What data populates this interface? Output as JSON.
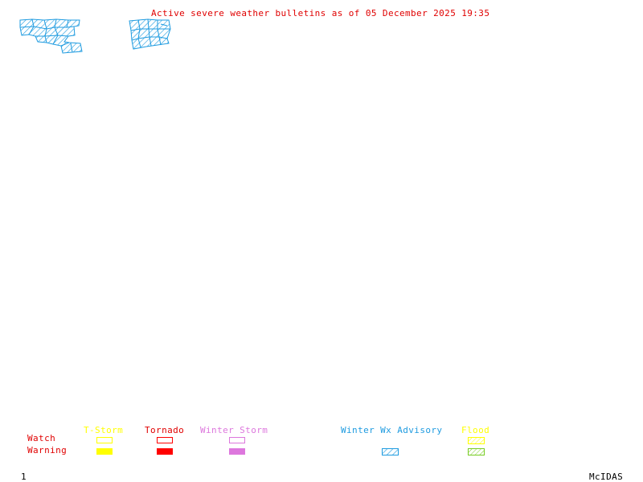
{
  "title": "Active severe weather bulletins as of 05 December 2025 19:35",
  "legend": {
    "row_labels": {
      "watch": "Watch",
      "warning": "Warning"
    },
    "row_label_color": "#e00000",
    "categories": [
      {
        "name": "T-Storm",
        "color": "#ffff00",
        "watch": "outline",
        "warning": "filled"
      },
      {
        "name": "Tornado",
        "color": "#ff0000",
        "watch": "outline",
        "warning": "filled"
      },
      {
        "name": "Winter Storm",
        "color": "#dd77dd",
        "watch": "outline",
        "warning": "filled"
      },
      {
        "name": "Winter Wx Advisory",
        "color": "#1e9be0",
        "watch": "none",
        "warning": "hatched"
      },
      {
        "name": "Flood",
        "color": "#ffff00",
        "warning_color": "#77cc22",
        "watch": "hatched",
        "warning": "hatched"
      }
    ]
  },
  "map": {
    "advisory_color": "#1e9be0",
    "areas": [
      {
        "name": "advisory-area-west",
        "type": "Winter Wx Advisory"
      },
      {
        "name": "advisory-area-east",
        "type": "Winter Wx Advisory"
      }
    ]
  },
  "footer": {
    "frame_number": "1",
    "brand": "McIDAS"
  }
}
